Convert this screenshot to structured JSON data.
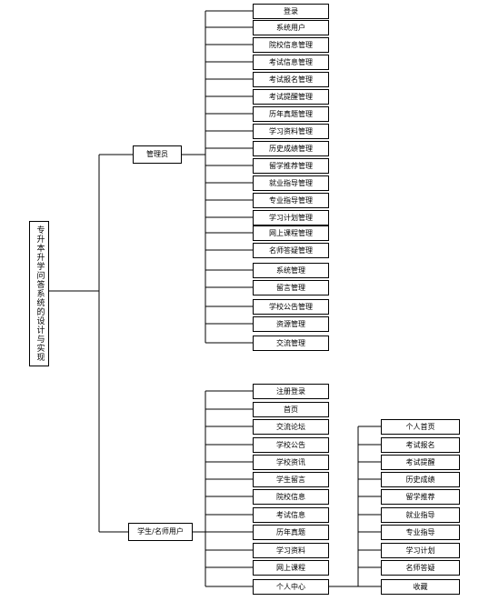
{
  "root": "专升本升学问答系统的设计与实现",
  "admin": {
    "label": "管理员",
    "items": [
      "登录",
      "系统用户",
      "院校信息管理",
      "考试信息管理",
      "考试报名管理",
      "考试提醒管理",
      "历年真题管理",
      "学习资料管理",
      "历史成绩管理",
      "留学推荐管理",
      "就业指导管理",
      "专业指导管理",
      "学习计划管理",
      "网上课程管理",
      "名师答疑管理",
      "系统管理",
      "留言管理",
      "学校公告管理",
      "资源管理",
      "交流管理"
    ]
  },
  "user": {
    "label": "学生/名师用户",
    "items": [
      "注册登录",
      "首页",
      "交流论坛",
      "学校公告",
      "学校资讯",
      "学生留言",
      "院校信息",
      "考试信息",
      "历年真题",
      "学习资料",
      "网上课程",
      "个人中心"
    ],
    "center": {
      "label": "个人中心",
      "items": [
        "个人首页",
        "考试报名",
        "考试提醒",
        "历史成绩",
        "留学推荐",
        "就业指导",
        "专业指导",
        "学习计划",
        "名师答疑",
        "收藏"
      ]
    }
  }
}
